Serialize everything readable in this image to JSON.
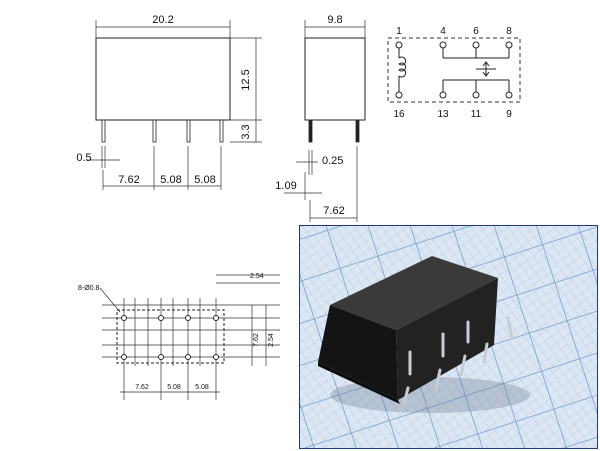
{
  "front_view": {
    "width_dim": "20.2",
    "height_dim": "12.5",
    "pin_length_dim": "3.3",
    "pin_width_dim": "0.5",
    "pitch_dims": [
      "7.62",
      "5.08",
      "5.08"
    ]
  },
  "side_view": {
    "width_dim": "9.8",
    "pin_dim": "0.25",
    "offset_dim": "1.09",
    "row_spacing_dim": "7.62"
  },
  "schematic": {
    "top_pins": [
      "1",
      "4",
      "6",
      "8"
    ],
    "bottom_pins": [
      "16",
      "13",
      "11",
      "9"
    ]
  },
  "footprint": {
    "hole_label": "8-Ø0.8",
    "top_dim": "2.54",
    "side_dims": [
      "7.62",
      "2.54"
    ],
    "bottom_dims": [
      "7.62",
      "5.08",
      "5.08"
    ]
  },
  "photo": {
    "description_icon": "relay-photo",
    "colors": {
      "grid_bg": "#dbe6f3",
      "grid_line": "#7ea6d6",
      "body": "#1a1a1a",
      "frame": "#1e3a6e"
    }
  }
}
